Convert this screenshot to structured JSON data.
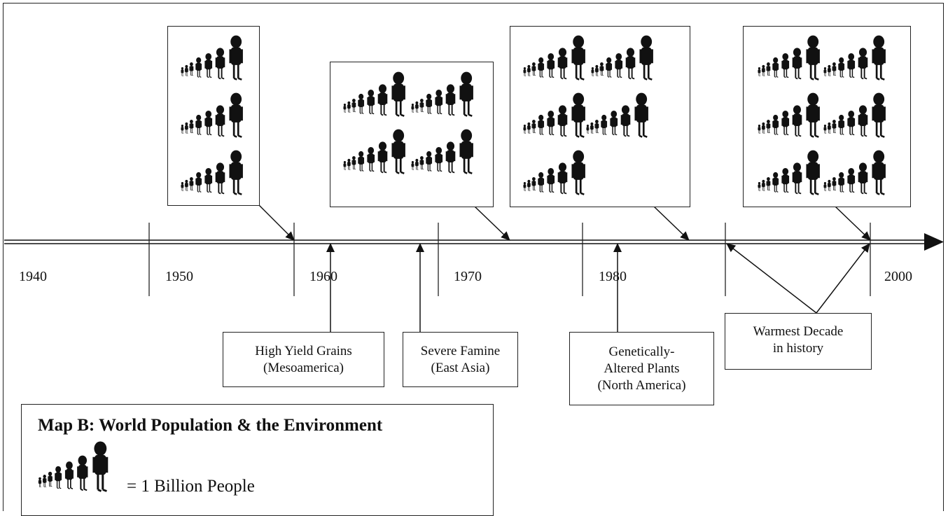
{
  "title": "Map B: World Population & the Environment",
  "legend": {
    "icon": "billion-people-icon",
    "text": "= 1 Billion People"
  },
  "timeline": {
    "years": [
      "1940",
      "1950",
      "1960",
      "1970",
      "1980",
      "2000"
    ]
  },
  "population_boxes": [
    {
      "billions": 3
    },
    {
      "billions": 4
    },
    {
      "billions": 5
    },
    {
      "billions": 6
    }
  ],
  "events": [
    {
      "lines": [
        "High Yield Grains",
        "(Mesoamerica)"
      ]
    },
    {
      "lines": [
        "Severe Famine",
        "(East Asia)"
      ]
    },
    {
      "lines": [
        "Genetically-",
        "Altered Plants",
        "(North America)"
      ]
    },
    {
      "lines": [
        "Warmest Decade",
        "in history"
      ]
    }
  ]
}
